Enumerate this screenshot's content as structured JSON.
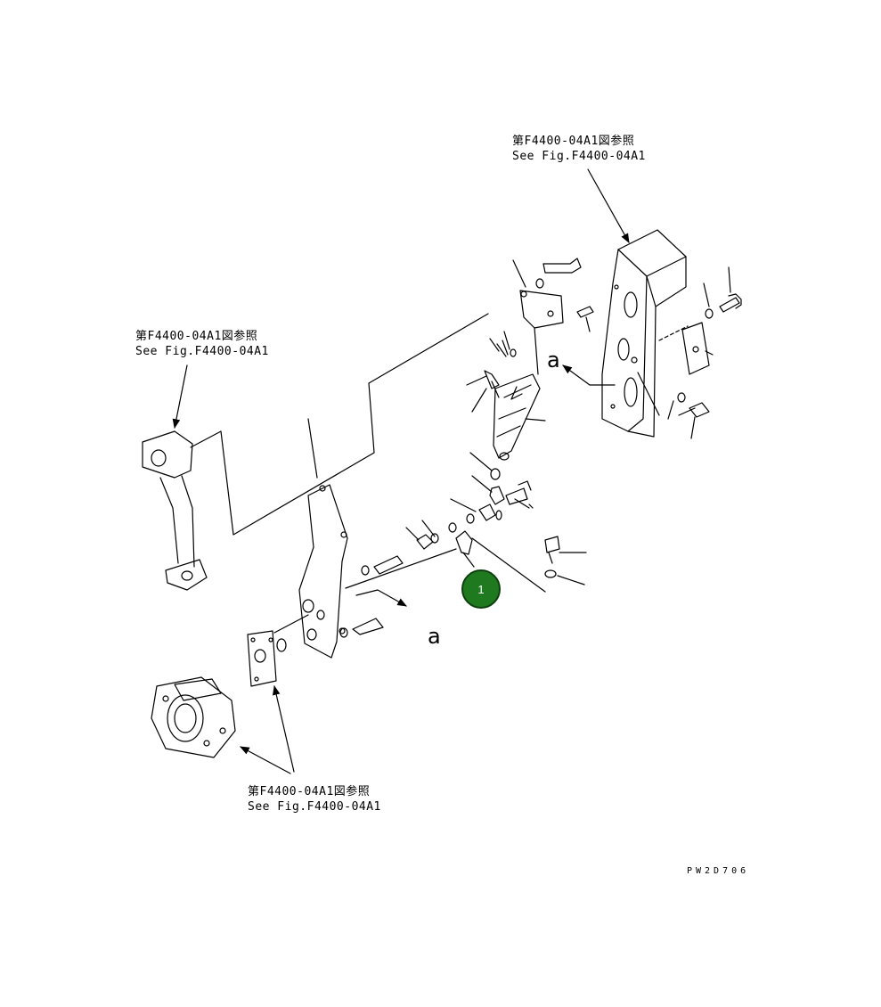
{
  "references": {
    "top_right": {
      "jp": "第F4400-04A1図参照",
      "en": "See Fig.F4400-04A1"
    },
    "left": {
      "jp": "第F4400-04A1図参照",
      "en": "See Fig.F4400-04A1"
    },
    "bottom": {
      "jp": "第F4400-04A1図参照",
      "en": "See Fig.F4400-04A1"
    }
  },
  "markers": {
    "a_upper": "a",
    "a_lower": "a"
  },
  "callout": {
    "label": "1",
    "color": "#1f7a1f"
  },
  "document_code": "PW2D706"
}
